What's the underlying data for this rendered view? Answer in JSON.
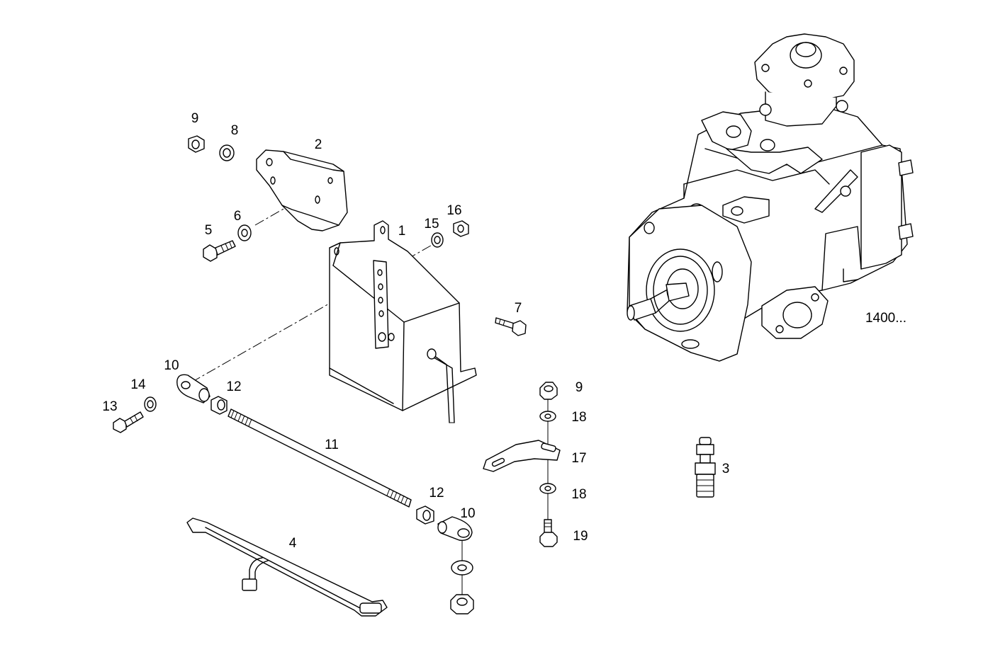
{
  "callouts": {
    "c1": "1",
    "c2": "2",
    "c3": "3",
    "c4": "4",
    "c5": "5",
    "c6": "6",
    "c7": "7",
    "c8": "8",
    "c9a": "9",
    "c9b": "9",
    "c10a": "10",
    "c10b": "10",
    "c11": "11",
    "c12a": "12",
    "c12b": "12",
    "c13": "13",
    "c14": "14",
    "c15": "15",
    "c16": "16",
    "c17": "17",
    "c18a": "18",
    "c18b": "18",
    "c19": "19"
  },
  "reference_label": "1400..."
}
